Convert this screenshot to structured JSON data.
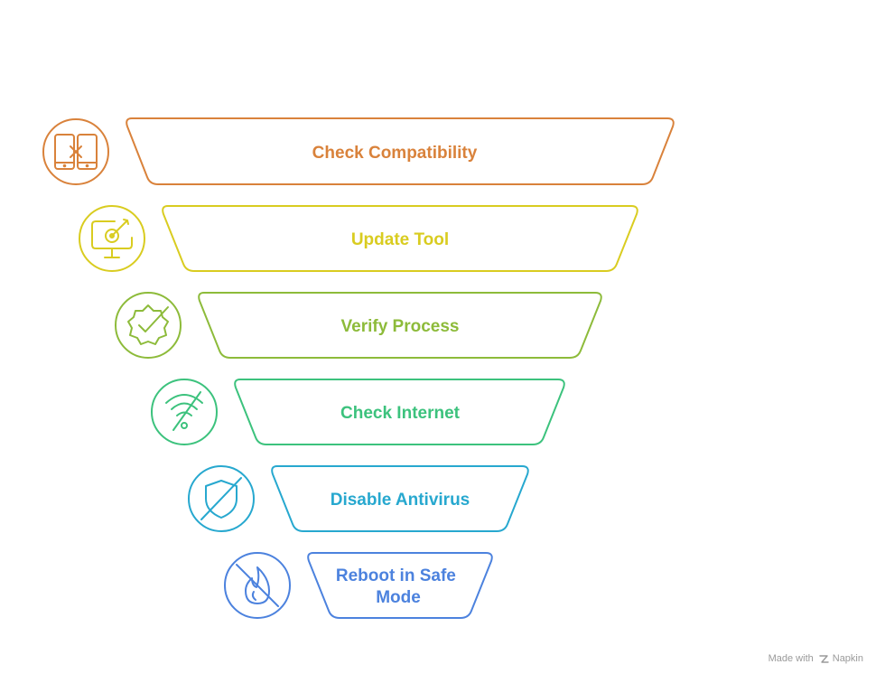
{
  "steps": [
    {
      "label": "Check Compatibility",
      "color": "#D9823B",
      "icon": "device-compatibility-icon"
    },
    {
      "label": "Update Tool",
      "color": "#D9CC20",
      "icon": "target-monitor-icon"
    },
    {
      "label": "Verify Process",
      "color": "#8DBB3A",
      "icon": "verified-badge-icon"
    },
    {
      "label": "Check Internet",
      "color": "#3CC27D",
      "icon": "wifi-off-icon"
    },
    {
      "label": "Disable Antivirus",
      "color": "#27A8CF",
      "icon": "shield-off-icon"
    },
    {
      "label": "Reboot in Safe Mode",
      "label_lines": [
        "Reboot in Safe",
        "Mode"
      ],
      "color": "#4C82DE",
      "icon": "fire-off-icon"
    }
  ],
  "watermark": {
    "prefix": "Made with",
    "brand": "Napkin"
  }
}
